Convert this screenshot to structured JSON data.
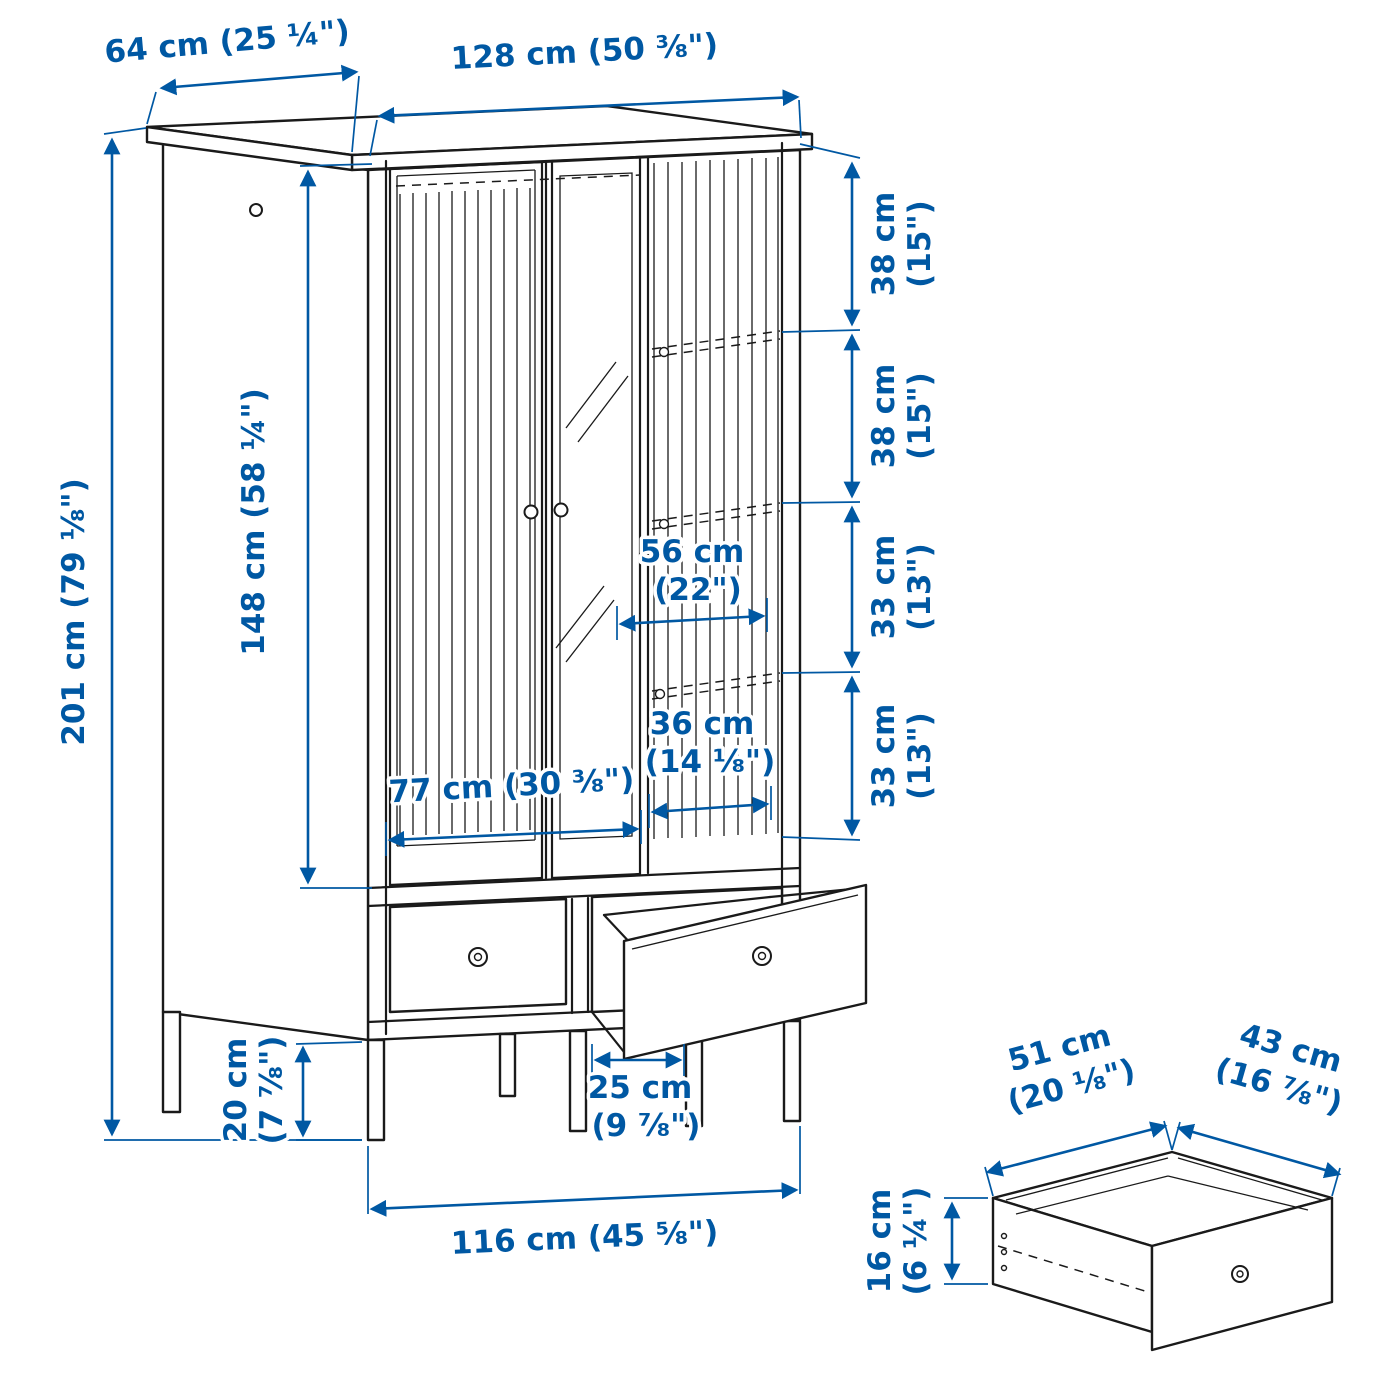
{
  "colors": {
    "dimension": "#0058a3",
    "outline": "#1a1a1a",
    "background": "#ffffff"
  },
  "wardrobe": {
    "top_depth": "64 cm (25 ¼\")",
    "top_width": "128 cm (50 ⅜\")",
    "total_height": "201 cm (79 ⅛\")",
    "door_height": "148 cm (58 ¼\")",
    "shelf_gap_1": {
      "cm": "38 cm",
      "inch": "(15\")"
    },
    "shelf_gap_2": {
      "cm": "38 cm",
      "inch": "(15\")"
    },
    "shelf_gap_3": {
      "cm": "33 cm",
      "inch": "(13\")"
    },
    "shelf_gap_4": {
      "cm": "33 cm",
      "inch": "(13\")"
    },
    "interior_width_right": {
      "cm": "56 cm",
      "inch": "(22\")"
    },
    "shelf_width": {
      "cm": "36 cm",
      "inch": "(14 ⅛\")"
    },
    "interior_width_left": "77 cm (30 ⅜\")",
    "leg_height": {
      "cm": "20 cm",
      "inch": "(7 ⅞\")"
    },
    "leg_gap": {
      "cm": "25 cm",
      "inch": "(9 ⅞\")"
    },
    "base_width": "116 cm (45 ⅝\")"
  },
  "drawer": {
    "width": {
      "cm": "51 cm",
      "inch": "(20 ⅛\")"
    },
    "depth": {
      "cm": "43 cm",
      "inch": "(16 ⅞\")"
    },
    "height": {
      "cm": "16 cm",
      "inch": "(6 ¼\")"
    }
  }
}
